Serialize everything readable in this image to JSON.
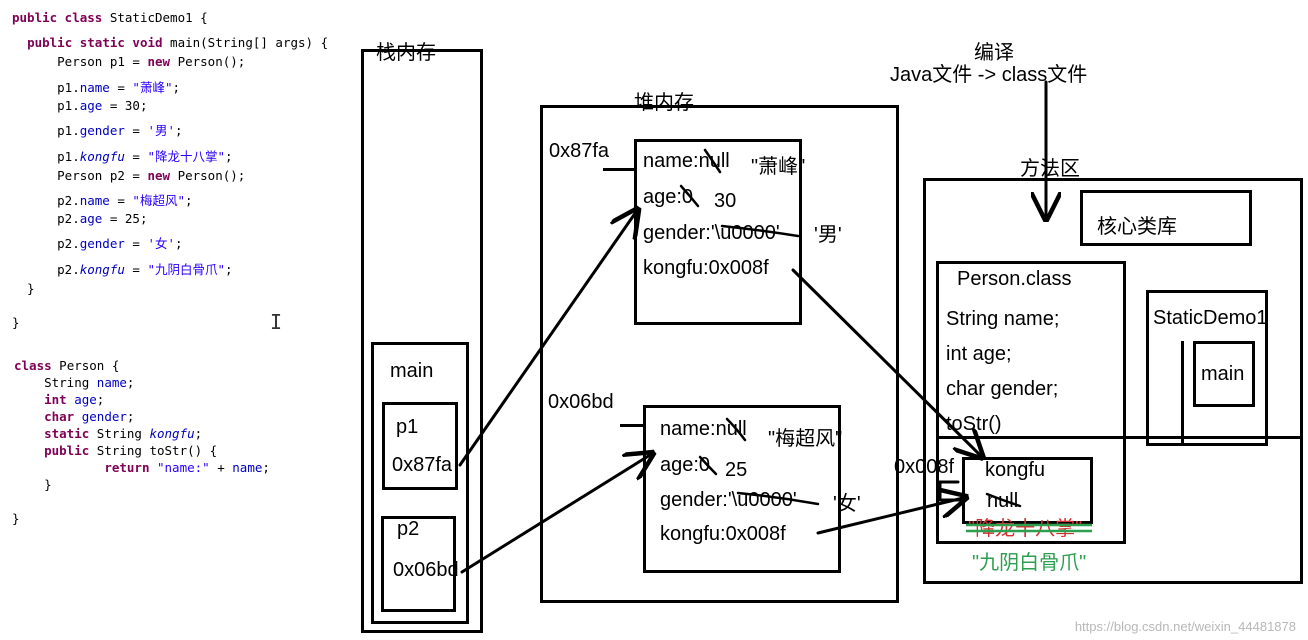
{
  "code": {
    "lines": [
      "public class StaticDemo1 {",
      "    public static void main(String[] args) {",
      "        Person p1 = new Person();",
      "        p1.name = \"萧峰\";",
      "        p1.age = 30;",
      "        p1.gender = '男';",
      "        p1.kongfu = \"降龙十八掌\";",
      "        Person p2 = new Person();",
      "        p2.name = \"梅超风\";",
      "        p2.age = 25;",
      "        p2.gender = '女';",
      "        p2.kongfu = \"九阴白骨爪\";",
      "    }",
      "}",
      "class Person {",
      "    String name;",
      "    int age;",
      "    char gender;",
      "    static String kongfu;",
      "    public String toStr() {",
      "            return \"name:\" + name;",
      "    }",
      "}"
    ]
  },
  "stack": {
    "title": "栈内存",
    "frame": "main",
    "p1": {
      "name": "p1",
      "addr": "0x87fa"
    },
    "p2": {
      "name": "p2",
      "addr": "0x06bd"
    }
  },
  "heap": {
    "title": "堆内存",
    "obj1": {
      "addr": "0x87fa",
      "name_line": "name:null",
      "name_new": "\"萧峰\"",
      "age_line": "age:0",
      "age_new": "30",
      "gender_line": "gender:'\\u0000'",
      "gender_new": "'男'",
      "kongfu_line": "kongfu:0x008f"
    },
    "obj2": {
      "addr": "0x06bd",
      "name_line": "name:null",
      "name_new": "\"梅超风\"",
      "age_line": "age:0",
      "age_new": "25",
      "gender_line": "gender:'\\u0000'",
      "gender_new": "'女'",
      "kongfu_line": "kongfu:0x008f"
    }
  },
  "compile": {
    "title": "编译",
    "subtitle": "Java文件 -> class文件"
  },
  "method_area": {
    "title": "方法区",
    "core_lib": "核心类库",
    "person_class": {
      "title": "Person.class",
      "members": [
        "String name;",
        "int age;",
        "char gender;",
        "toStr()"
      ]
    },
    "static_area": {
      "addr": "0x008f",
      "field": "kongfu",
      "old_null": "null",
      "old_value": "\"降龙十八掌\"",
      "new_value": "\"九阴白骨爪\""
    },
    "static_demo": {
      "title": "StaticDemo1",
      "method": "main"
    }
  },
  "watermark": "https://blog.csdn.net/weixin_44481878",
  "colors": {
    "keyword": "#7f0055",
    "field": "#0000c0",
    "string": "#2a00ff",
    "green": "#2e9e4f",
    "red": "#d03030"
  }
}
